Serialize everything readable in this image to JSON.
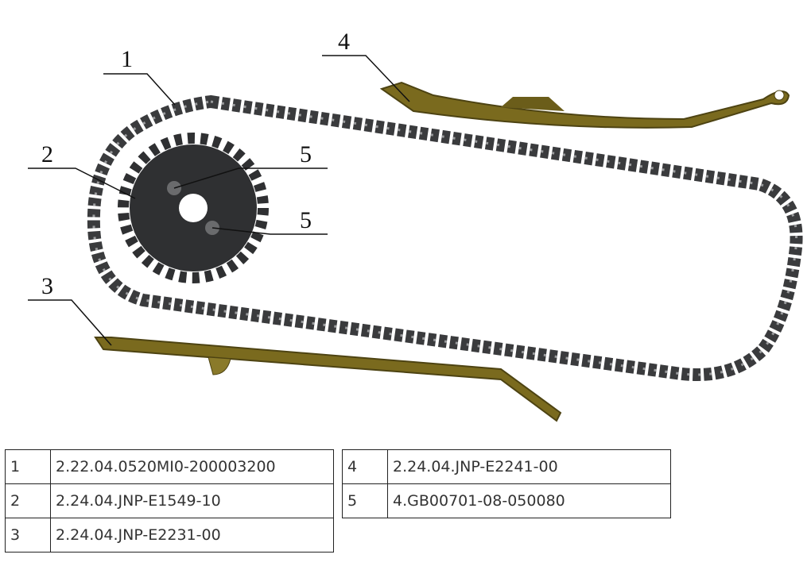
{
  "callouts": [
    "1",
    "2",
    "3",
    "4",
    "5",
    "5"
  ],
  "parts_left": [
    {
      "num": "1",
      "code": "2.22.04.0520MI0-200003200"
    },
    {
      "num": "2",
      "code": "2.24.04.JNP-E1549-10"
    },
    {
      "num": "3",
      "code": "2.24.04.JNP-E2231-00"
    }
  ],
  "parts_right": [
    {
      "num": "4",
      "code": "2.24.04.JNP-E2241-00"
    },
    {
      "num": "5",
      "code": "4.GB00701-08-050080"
    }
  ],
  "colors": {
    "chain": "#3a3b3d",
    "sprocket": "#2f3032",
    "guide": "#7a6a1e"
  }
}
